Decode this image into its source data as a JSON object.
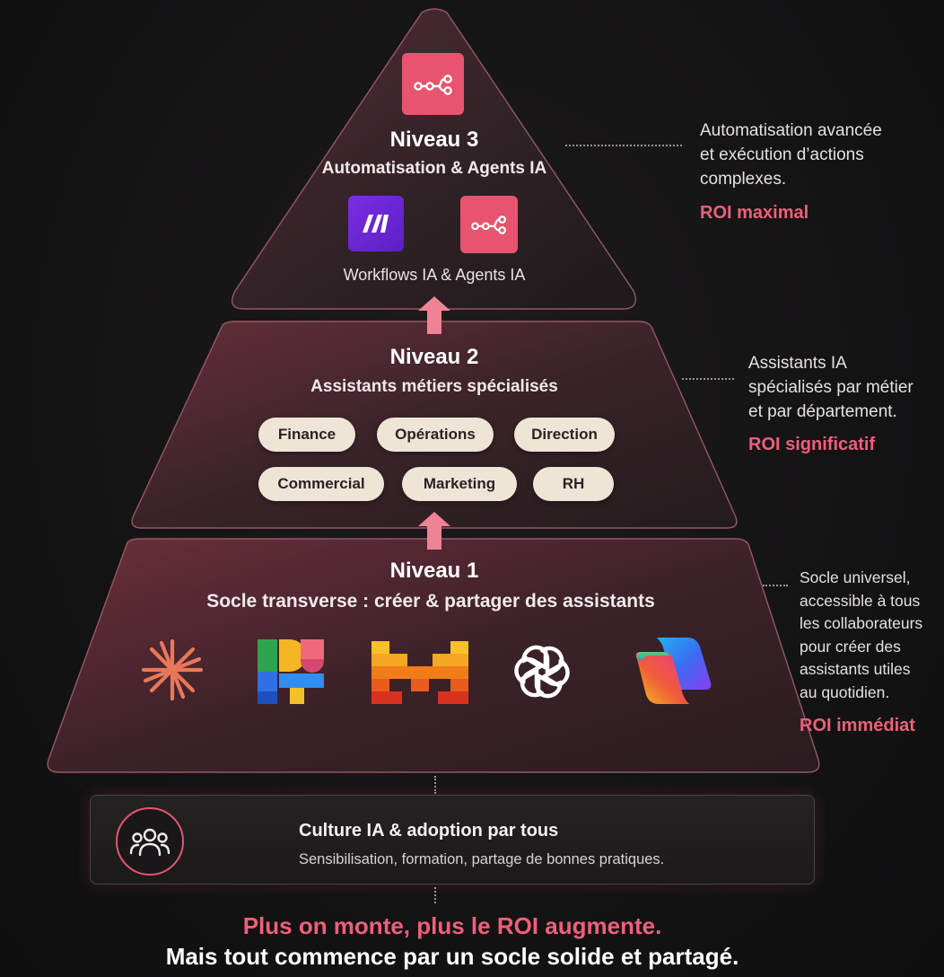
{
  "level3": {
    "title": "Niveau 3",
    "subtitle": "Automatisation & Agents IA",
    "caption": "Workflows IA & Agents IA",
    "side_lines": [
      "Automatisation avancée",
      "et exécution d’actions",
      "complexes."
    ],
    "roi": "ROI maximal",
    "icons": [
      "n8n-icon",
      "make-icon",
      "n8n-icon"
    ]
  },
  "level2": {
    "title": "Niveau 2",
    "subtitle": "Assistants métiers spécialisés",
    "chips": [
      "Finance",
      "Opérations",
      "Direction",
      "Commercial",
      "Marketing",
      "RH"
    ],
    "side_lines": [
      "Assistants IA",
      "spécialisés par métier",
      "et par département."
    ],
    "roi": "ROI significatif"
  },
  "level1": {
    "title": "Niveau 1",
    "subtitle": "Socle transverse : créer & partager des assistants",
    "tools": [
      "claude-icon",
      "gemini-blocks-icon",
      "mistral-icon",
      "openai-icon",
      "copilot-icon"
    ],
    "side_lines": [
      "Socle universel,",
      "accessible à tous",
      "les collaborateurs",
      "pour créer des",
      "assistants utiles",
      "au quotidien."
    ],
    "roi": "ROI immédiat"
  },
  "culture": {
    "title": "Culture IA & adoption par tous",
    "description": "Sensibilisation, formation, partage de bonnes pratiques.",
    "icon": "people-group-icon"
  },
  "footer": {
    "line1": "Plus on monte, plus le ROI augmente.",
    "line2": "Mais tout commence par un socle solide et partagé."
  },
  "colors": {
    "accent": "#e8546f",
    "chip_bg": "#efe5d7",
    "background": "#141314"
  }
}
